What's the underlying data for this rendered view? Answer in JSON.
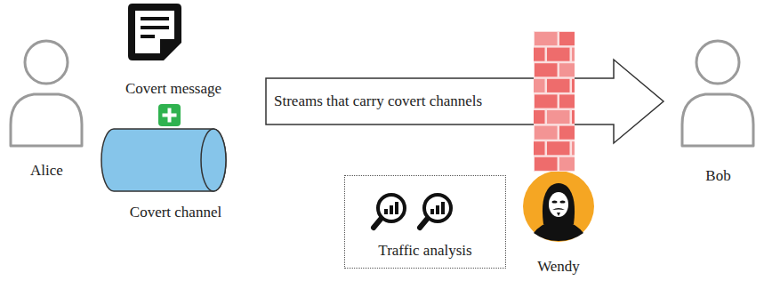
{
  "diagram": {
    "nodes": [
      {
        "text": [
          "Alice"
        ]
      },
      {
        "text": [
          "Covert message"
        ]
      },
      {
        "text": [
          "Covert channel"
        ]
      },
      {
        "text": [
          "Streams that carry covert channels"
        ]
      },
      {
        "text": [
          "Bob"
        ]
      },
      {
        "text": [
          "Traffic analysis"
        ]
      },
      {
        "text": [
          "Wendy"
        ]
      }
    ]
  }
}
